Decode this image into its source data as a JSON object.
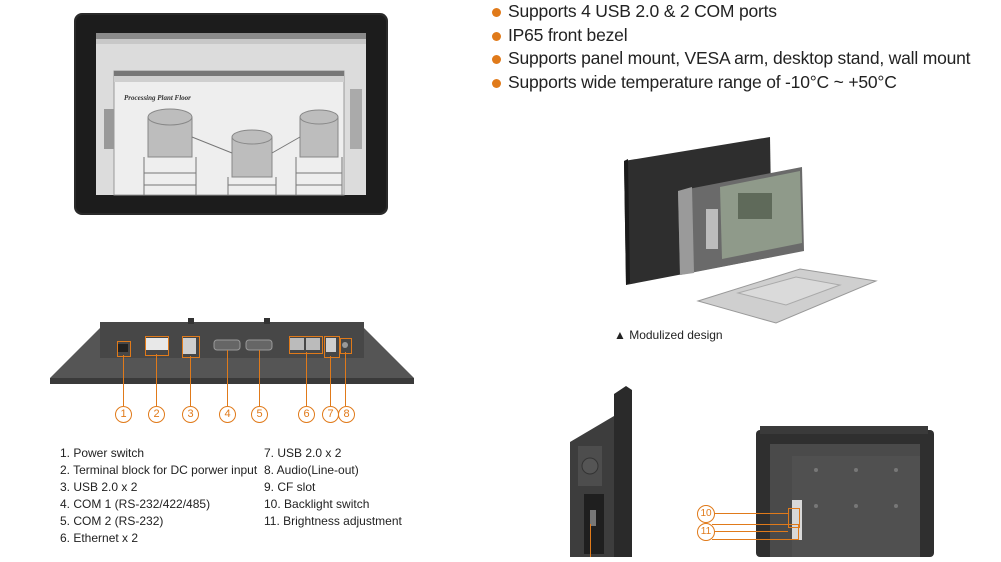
{
  "features": [
    "Supports 4 USB 2.0 & 2 COM ports",
    "IP65 front bezel",
    "Supports panel mount, VESA arm, desktop stand, wall mount",
    "Supports wide temperature range of -10°C ~ +50°C"
  ],
  "screen_ui": {
    "inner_title": "Processing Plant Floor"
  },
  "modular_caption": "▲ Modulized design",
  "io_callouts": [
    "1",
    "2",
    "3",
    "4",
    "5",
    "6",
    "7",
    "8"
  ],
  "side_callouts": [
    "10",
    "11"
  ],
  "legend_left": [
    "1. Power switch",
    "2. Terminal block for DC porwer input",
    "3. USB 2.0 x 2",
    "4. COM 1 (RS-232/422/485)",
    "5. COM 2 (RS-232)",
    "6. Ethernet x 2"
  ],
  "legend_right": [
    "7. USB 2.0 x 2",
    "8. Audio(Line-out)",
    "9. CF slot",
    "10. Backlight switch",
    "11. Brightness adjustment"
  ],
  "colors": {
    "accent": "#e07a1a",
    "bezel": "#2b2b2b",
    "chassis": "#4a4a4a"
  }
}
